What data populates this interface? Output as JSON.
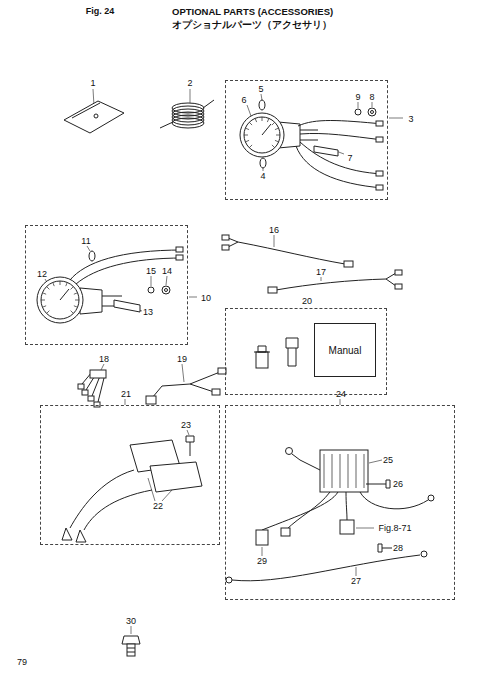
{
  "diagram": {
    "title": "OPTIONAL PARTS (ACCESSORIES)",
    "nodes": [
      {
        "text": [
          "3"
        ]
      },
      {
        "text": [
          "10"
        ]
      },
      {
        "text": [
          "20"
        ]
      },
      {
        "text": [
          "Manual"
        ],
        "in": 2
      },
      {
        "text": [
          "21"
        ]
      },
      {
        "text": [
          "24"
        ]
      }
    ],
    "labels": [
      "Fig. 24",
      "オプショナルパーツ（アクセサリ）",
      "1",
      "2",
      "4",
      "5",
      "6",
      "7",
      "8",
      "9",
      "11",
      "12",
      "13",
      "14",
      "15",
      "16",
      "17",
      "18",
      "19",
      "22",
      "23",
      "25",
      "26",
      "Fig.8-71",
      "27",
      "28",
      "29",
      "30",
      "79"
    ]
  }
}
